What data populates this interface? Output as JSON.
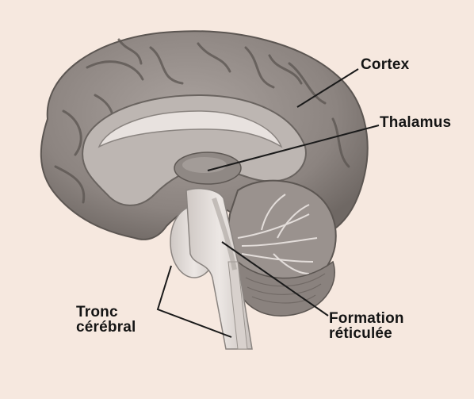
{
  "labels": {
    "cortex": "Cortex",
    "thalamus": "Thalamus",
    "tronc_line1": "Tronc",
    "tronc_line2": "cérébral",
    "formation_line1": "Formation",
    "formation_line2": "réticulée"
  },
  "colors": {
    "background": "#f6e8df",
    "cortex": "#8c8480",
    "cortex_light": "#b0a9a5",
    "inner": "#d3cdc9",
    "stem": "#e4dedb",
    "cerebellum": "#9a928e",
    "leader_line": "#1a1a1a"
  }
}
